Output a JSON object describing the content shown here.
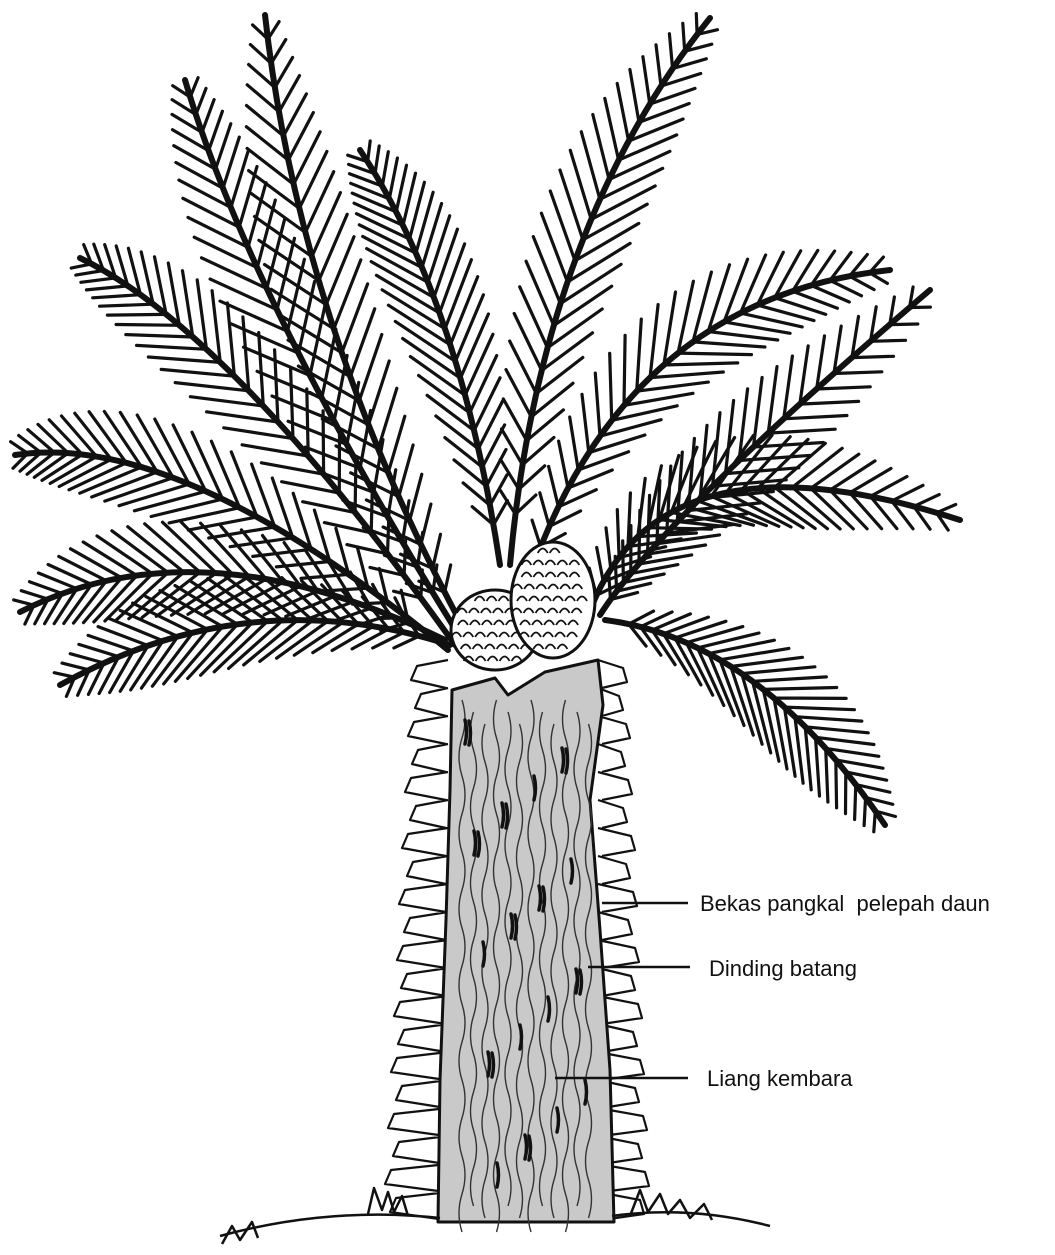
{
  "colors": {
    "ink": "#111111",
    "trunk_fill": "#c9c9c9",
    "background": "#ffffff"
  },
  "labels": [
    {
      "text": "Bekas pangkal  pelepah daun",
      "points_to": "leaf-base-scars"
    },
    {
      "text": "Dinding batang",
      "points_to": "trunk-wall"
    },
    {
      "text": "Liang kembara",
      "points_to": "tunnel"
    }
  ]
}
